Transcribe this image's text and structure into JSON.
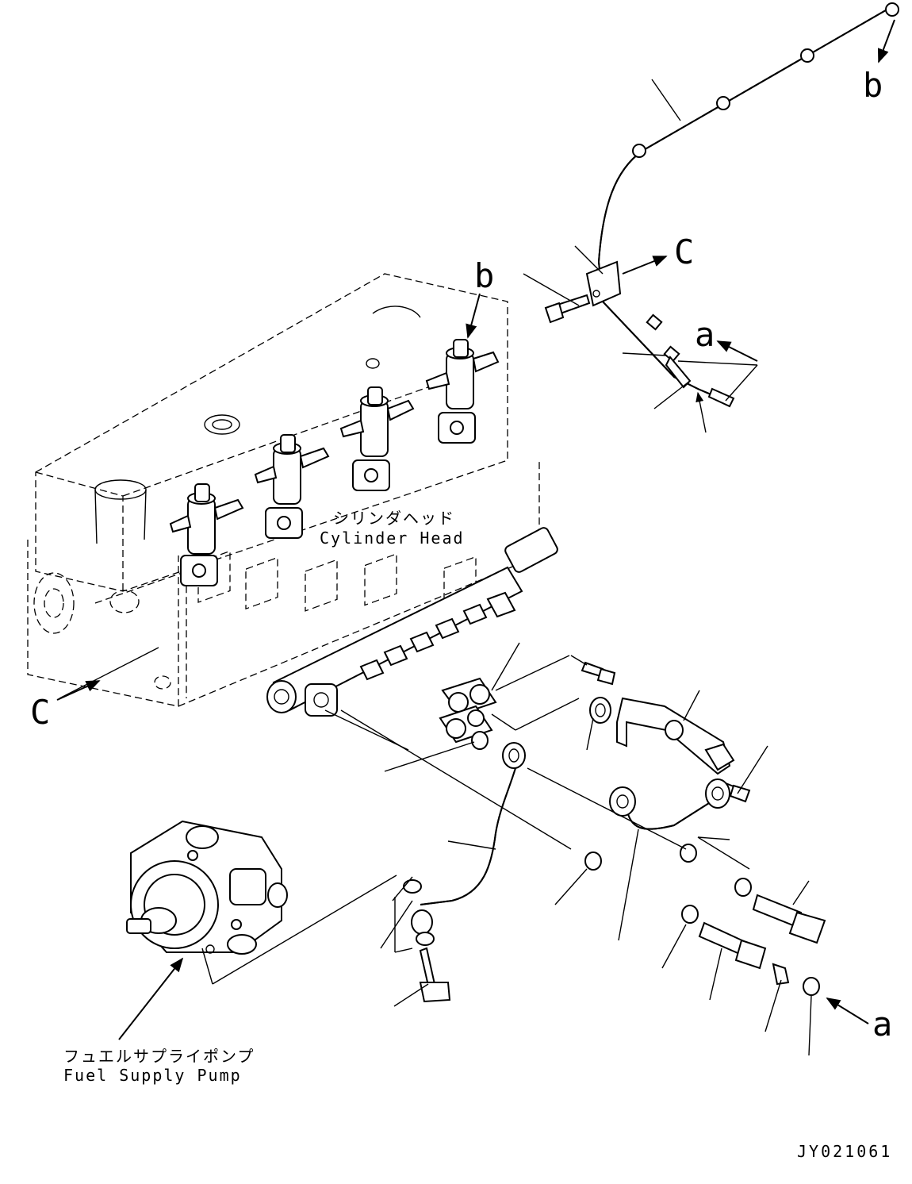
{
  "callouts": {
    "b_top": "b",
    "b_head": "b",
    "c_top": "C",
    "c_left": "C",
    "a_top": "a",
    "a_bottom": "a"
  },
  "labels": {
    "cylinder_head_jp": "シリンダヘッド",
    "cylinder_head_en": "Cylinder Head",
    "fuel_pump_jp": "フュエルサプライポンプ",
    "fuel_pump_en": "Fuel Supply Pump"
  },
  "figure_code": "JY021061"
}
